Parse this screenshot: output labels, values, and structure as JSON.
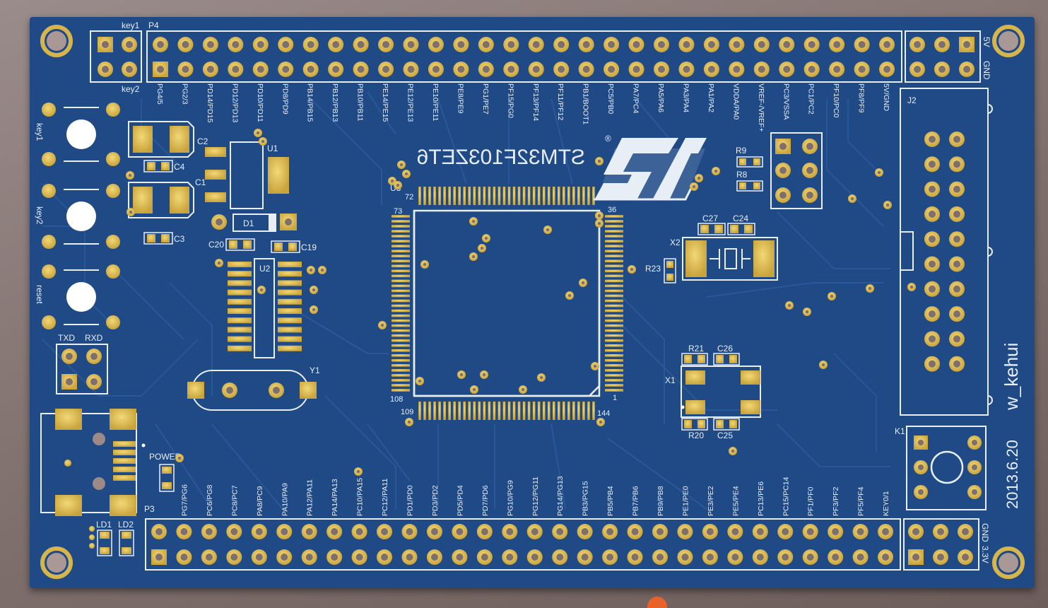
{
  "board": {
    "chip_text": "STM32F103ZET6",
    "logo_text": "ST",
    "registered_mark": "®",
    "author": "w_kehui",
    "date": "2013.6.20",
    "colors": {
      "board": "#1f4a86",
      "pad": "#d6b64c",
      "silk": "#e8eef6",
      "trace": "#2b5a9b"
    }
  },
  "headers": {
    "p4": {
      "name": "P4",
      "labels": [
        "PG4/5",
        "PG2/3",
        "PD14/PD15",
        "PD12/PD13",
        "PD10/PD11",
        "PD8/PD9",
        "PB14/PB15",
        "PB12/PB13",
        "PB10/PB11",
        "PE14/PE15",
        "PE12/PE13",
        "PE10/PE11",
        "PE8/PE9",
        "PG1/PE7",
        "PF15/PG0",
        "PF13/PF14",
        "PF11/PF12",
        "PB1/BOOT1",
        "PC5/PB0",
        "PA7/PC4",
        "PA5/PA6",
        "PA3/PA4",
        "PA1/PA2",
        "VDDA/PA0",
        "VREF-/VREF+",
        "PC3/VSSA",
        "PC1/PC2",
        "PF10/PC0",
        "PF8/PF9",
        "5V/GND"
      ]
    },
    "p3": {
      "name": "P3",
      "labels": [
        "PG7/PG6",
        "PC6/PG8",
        "PC8/PC7",
        "PA8/PC9",
        "PA10/PA9",
        "PA12/PA11",
        "PA14/PA13",
        "PC10/PA15",
        "PC12/PA11",
        "PD1/PD0",
        "PD3/PD2",
        "PD5/PD4",
        "PD7/PD6",
        "PG10/PG9",
        "PG12/PG11",
        "PG14/PG13",
        "PB3/PG15",
        "PB5/PB4",
        "PB7/PB6",
        "PB9/PB8",
        "PE1/PE0",
        "PE3/PE2",
        "PE5/PE4",
        "PC13/PE6",
        "PC15/PC14",
        "PF1/PF0",
        "PF3/PF2",
        "PF5/PF4",
        "KEY0/1"
      ]
    },
    "right_top": [
      "5V",
      "GND"
    ],
    "right_bottom": [
      "GND",
      "3.3V"
    ]
  },
  "labels": {
    "key1": "key1",
    "key2": "key2",
    "reset": "reset",
    "key_header_top": "key1",
    "key_header_bottom": "key2",
    "txd": "TXD",
    "rxd": "RXD",
    "power": "POWER",
    "ld1": "LD1",
    "ld2": "LD2",
    "c1": "C1",
    "c2": "C2",
    "c3": "C3",
    "c4": "C4",
    "c19": "C19",
    "c20": "C20",
    "c24": "C24",
    "c25": "C25",
    "c26": "C26",
    "c27": "C27",
    "r8": "R8",
    "r9": "R9",
    "r20": "R20",
    "r21": "R21",
    "r23": "R23",
    "u1": "U1",
    "u2": "U2",
    "u3": "U3",
    "d1": "D1",
    "y1": "Y1",
    "x1": "X1",
    "x2": "X2",
    "j2": "J2",
    "k1": "K1",
    "pin1": "1",
    "pin36": "36",
    "pin72": "72",
    "pin73": "73",
    "pin108": "108",
    "pin109": "109",
    "pin144": "144"
  }
}
